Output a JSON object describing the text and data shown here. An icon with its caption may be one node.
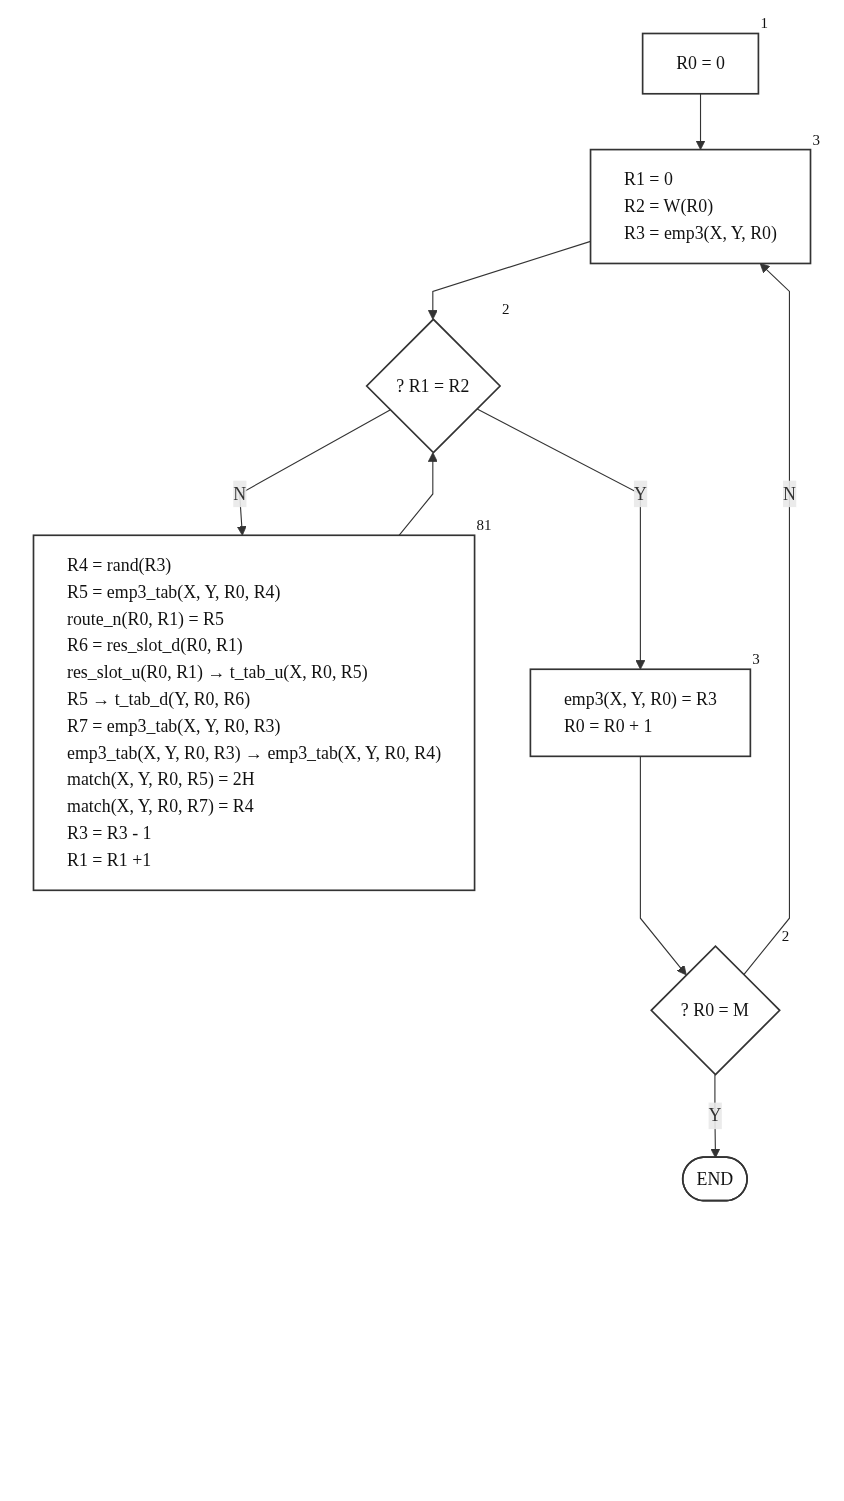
{
  "diagram": {
    "nodes": [
      {
        "text": [
          "R0 = 0"
        ],
        "beside": [
          "1"
        ]
      },
      {
        "text": [
          "R1 = 0",
          "R2 = W(R0)",
          "R3 = emp3(X, Y, R0)"
        ],
        "beside": [
          "3"
        ]
      },
      {
        "text": [
          "? R1 = R2"
        ],
        "beside": [
          "2"
        ]
      },
      {
        "text": [
          "R4 = rand(R3)",
          "R5 = emp3_tab(X, Y, R0, R4)",
          "route_n(R0, R1) = R5",
          "R6 = res_slot_d(R0, R1)",
          "res_slot_u(R0, R1) → t_tab_u(X, R0, R5)",
          "R5 → t_tab_d(Y, R0, R6)",
          "R7 = emp3_tab(X, Y, R0, R3)",
          "emp3_tab(X, Y, R0, R3) → emp3_tab(X, Y, R0, R4)",
          "match(X, Y, R0, R5) = 2H",
          "match(X, Y, R0, R7) = R4",
          "R3 = R3 - 1",
          "R1 = R1 +1"
        ],
        "beside": [
          "81"
        ]
      },
      {
        "text": [
          "emp3(X, Y,  R0) = R3",
          "R0 = R0 + 1"
        ],
        "beside": [
          "3"
        ]
      },
      {
        "text": [
          "? R0 = M"
        ],
        "beside": [
          "2"
        ]
      },
      {
        "text": [
          "END"
        ]
      }
    ],
    "edges": [
      {
        "from": 0,
        "to": 1,
        "arrow": "to"
      },
      {
        "from": 1,
        "to": 2,
        "arrow": "to"
      },
      {
        "from": 2,
        "to": 4,
        "arrow": "to",
        "label": "Y"
      },
      {
        "from": 2,
        "to": 3,
        "arrow": "to",
        "label": "N"
      },
      {
        "from": 3,
        "to": 2,
        "arrow": "to"
      },
      {
        "from": 4,
        "to": 5,
        "arrow": "to"
      },
      {
        "from": 5,
        "to": 1,
        "arrow": "to",
        "label": "N"
      },
      {
        "from": 5,
        "to": 6,
        "arrow": "to",
        "label": "Y"
      }
    ]
  }
}
